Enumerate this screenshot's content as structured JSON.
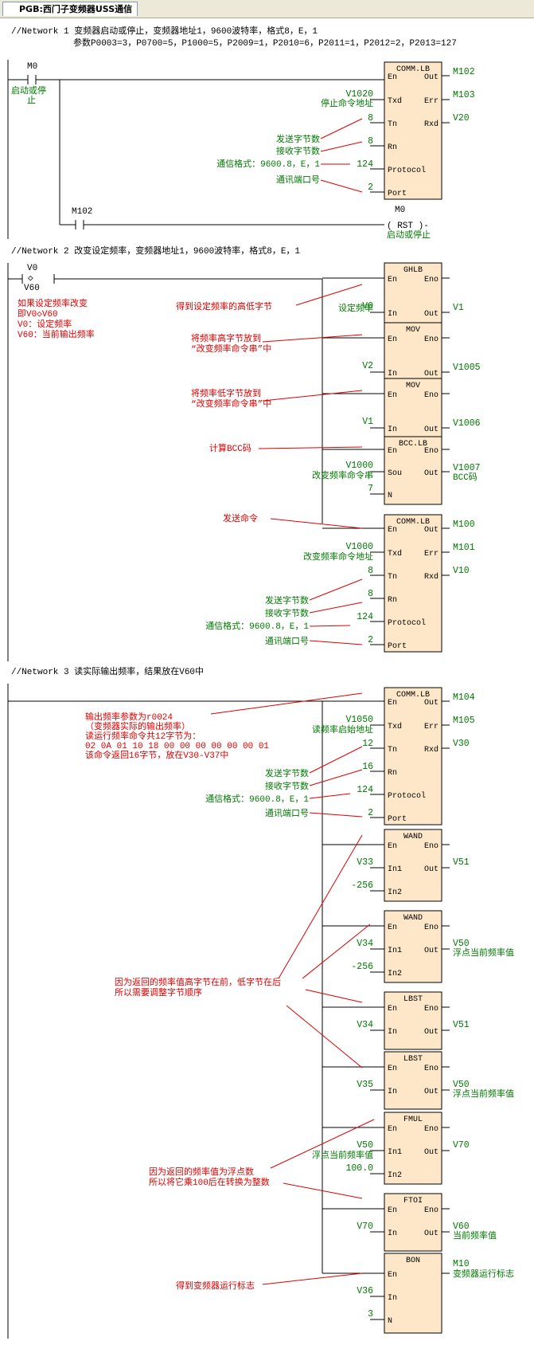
{
  "tab_title": "PGB:西门子变频器USS通信",
  "networks": [
    {
      "title": "//Network 1  变频器启动或停止，变频器地址1，9600波特率，格式8，E，1",
      "params": "参数P0003=3，P0700=5，P1000=5，P2009=1，P2010=6，P2011=1，P2012=2，P2013=127"
    },
    {
      "title": "//Network 2  改变设定频率，变频器地址1，9600波特率，格式8，E，1"
    },
    {
      "title": "//Network 3  读实际输出频率，结果放在V60中"
    }
  ],
  "n1": {
    "contact": "M0",
    "contact_label": "启动或停止",
    "rst_contact": "M102",
    "coil": "M0",
    "coil_op": "( RST )-",
    "coil_label": "启动或停止",
    "block": {
      "name": "COMM.LB",
      "en": "En",
      "out": "Out",
      "txd": "Txd",
      "err": "Err",
      "tn": "Tn",
      "rxd": "Rxd",
      "rn": "Rn",
      "protocol": "Protocol",
      "port": "Port",
      "out_v": "M102",
      "err_v": "M103",
      "rxd_v": "V20",
      "txd_v": "V1020",
      "tn_v": "8",
      "rn_v": "8",
      "protocol_v": "124",
      "port_v": "2"
    },
    "labels": {
      "txd": "停止命令地址",
      "tn": "发送字节数",
      "rn": "接收字节数",
      "protocol": "通信格式：9600.8，E，1",
      "port": "通讯端口号"
    }
  },
  "n2": {
    "contact_top": "V0",
    "contact_op": "<>",
    "contact_bottom": "V60",
    "note": [
      "如果设定频率改变",
      "即V0<>V60",
      "V0：设定频率",
      "V60：当前输出频率"
    ],
    "ghlb": {
      "name": "GHLB",
      "en": "En",
      "eno": "Eno",
      "in": "In",
      "out": "Out",
      "in_v": "V0",
      "in_label": "设定频率",
      "out_v": "V1",
      "anno": "得到设定频率的高低字节"
    },
    "mov1": {
      "name": "MOV",
      "en": "En",
      "eno": "Eno",
      "in": "In",
      "out": "Out",
      "in_v": "V2",
      "out_v": "V1005",
      "anno1": "将频率高字节放到",
      "anno2": "“改变频率命令串”中"
    },
    "mov2": {
      "name": "MOV",
      "en": "En",
      "eno": "Eno",
      "in": "In",
      "out": "Out",
      "in_v": "V1",
      "out_v": "V1006",
      "anno1": "将频率低字节放到",
      "anno2": "“改变频率命令串”中"
    },
    "bcc": {
      "name": "BCC.LB",
      "en": "En",
      "eno": "Eno",
      "sou": "Sou",
      "out": "Out",
      "n": "N",
      "sou_v": "V1000",
      "sou_label": "改变频率命令串",
      "n_v": "7",
      "out_v": "V1007",
      "out_label": "BCC码",
      "anno": "计算BCC码"
    },
    "comm": {
      "name": "COMM.LB",
      "en": "En",
      "out": "Out",
      "txd": "Txd",
      "err": "Err",
      "tn": "Tn",
      "rxd": "Rxd",
      "rn": "Rn",
      "protocol": "Protocol",
      "port": "Port",
      "out_v": "M100",
      "err_v": "M101",
      "rxd_v": "V10",
      "txd_v": "V1000",
      "txd_label": "改变频率命令地址",
      "tn_v": "8",
      "rn_v": "8",
      "protocol_v": "124",
      "port_v": "2",
      "anno": "发送命令"
    },
    "labels": {
      "tn": "发送字节数",
      "rn": "接收字节数",
      "protocol": "通信格式：9600.8，E，1",
      "port": "通讯端口号"
    }
  },
  "n3": {
    "comm": {
      "name": "COMM.LB",
      "en": "En",
      "out": "Out",
      "txd": "Txd",
      "err": "Err",
      "tn": "Tn",
      "rxd": "Rxd",
      "rn": "Rn",
      "protocol": "Protocol",
      "port": "Port",
      "out_v": "M104",
      "err_v": "M105",
      "rxd_v": "V30",
      "txd_v": "V1050",
      "txd_label": "读频率启始地址",
      "tn_v": "12",
      "rn_v": "16",
      "protocol_v": "124",
      "port_v": "2"
    },
    "note": [
      "输出频率参数为r0024",
      "（变频器实际的输出频率）",
      "读运行频率命令共12字节为：",
      "02 0A 01 10 18 00 00 00 00 00 00 01",
      "该命令返回16字节，放在V30-V37中"
    ],
    "labels": {
      "tn": "发送字节数",
      "rn": "接收字节数",
      "protocol": "通信格式：9600.8，E，1",
      "port": "通讯端口号"
    },
    "wand1": {
      "name": "WAND",
      "en": "En",
      "eno": "Eno",
      "in1": "In1",
      "out": "Out",
      "in2": "In2",
      "in1_v": "V33",
      "in2_v": "-256",
      "out_v": "V51"
    },
    "wand2": {
      "name": "WAND",
      "en": "En",
      "eno": "Eno",
      "in1": "In1",
      "out": "Out",
      "in2": "In2",
      "in1_v": "V34",
      "in2_v": "-256",
      "out_v": "V50",
      "out_label": "浮点当前频率值"
    },
    "byte_note": [
      "因为返回的频率值高字节在前，低字节在后",
      "所以需要调整字节顺序"
    ],
    "lbst1": {
      "name": "LBST",
      "en": "En",
      "eno": "Eno",
      "in": "In",
      "out": "Out",
      "in_v": "V34",
      "out_v": "V51"
    },
    "lbst2": {
      "name": "LBST",
      "en": "En",
      "eno": "Eno",
      "in": "In",
      "out": "Out",
      "in_v": "V35",
      "out_v": "V50",
      "out_label": "浮点当前频率值"
    },
    "fmul": {
      "name": "FMUL",
      "en": "En",
      "eno": "Eno",
      "in1": "In1",
      "out": "Out",
      "in2": "In2",
      "in1_v": "V50",
      "in1_label": "浮点当前频率值",
      "in2_v": "100.0",
      "out_v": "V70"
    },
    "float_note": [
      "因为返回的频率值为浮点数",
      "所以将它乘100后在转换为整数"
    ],
    "ftoi": {
      "name": "FTOI",
      "en": "En",
      "eno": "Eno",
      "in": "In",
      "out": "Out",
      "in_v": "V70",
      "out_v": "V60",
      "out_label": "当前频率值"
    },
    "bon": {
      "name": "BON",
      "en": "En",
      "in": "In",
      "n": "N",
      "in_v": "V36",
      "n_v": "3",
      "out_v": "M10",
      "out_label": "变频器运行标志",
      "anno": "得到变频器运行标志"
    }
  }
}
